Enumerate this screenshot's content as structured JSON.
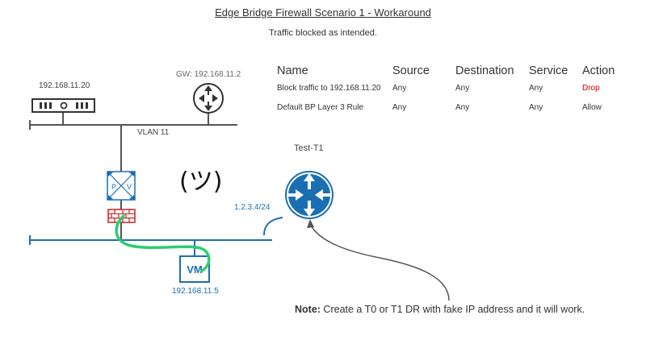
{
  "title": "Edge Bridge Firewall Scenario 1 - Workaround",
  "subtitle": "Traffic blocked as intended.",
  "nodes": {
    "server_ip": "192.168.11.20",
    "gateway_label": "GW: 192.168.11.2",
    "vlan_label": "VLAN 11",
    "bridge_p": "P",
    "bridge_v": "V",
    "router_name": "Test-T1",
    "router_ip": "1.2.3.4/24",
    "vm_label": "VM",
    "vm_ip": "192.168.11.5"
  },
  "kaomoji": "(ツ)",
  "rules_table": {
    "headers": [
      "Name",
      "Source",
      "Destination",
      "Service",
      "Action"
    ],
    "rows": [
      [
        "Block traffic to 192.168.11.20",
        "Any",
        "Any",
        "Any",
        "Drop"
      ],
      [
        "Default BP Layer 3 Rule",
        "Any",
        "Any",
        "Any",
        "Allow"
      ]
    ]
  },
  "note": {
    "prefix": "Note:",
    "text": " Create a T0 or T1 DR with fake IP address and it will work."
  },
  "colors": {
    "line": "#555555",
    "blue": "#1a6fb4",
    "green": "#2ecc71",
    "firewall": "#cc2222",
    "drop": "#cc0000"
  }
}
